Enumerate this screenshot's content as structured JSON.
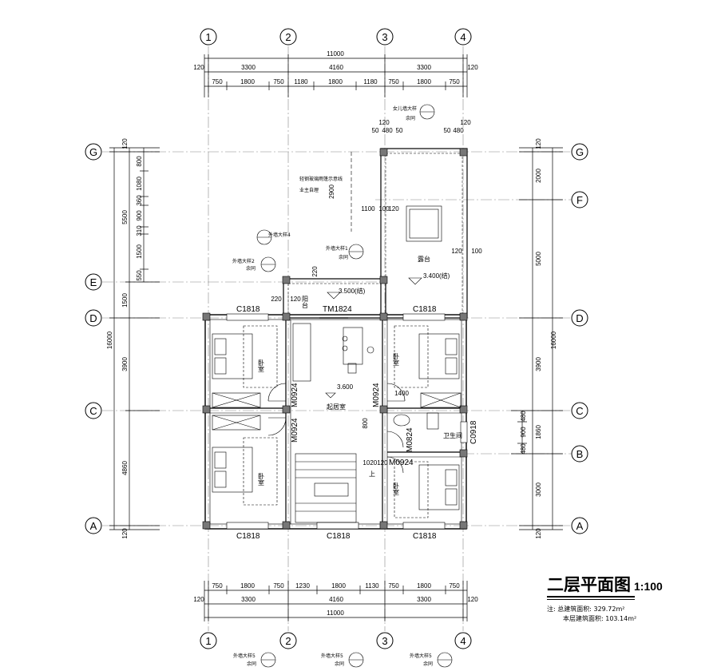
{
  "axes_v": [
    "1",
    "2",
    "3",
    "4"
  ],
  "axes_h": [
    "G",
    "F",
    "E",
    "D",
    "C",
    "B",
    "A"
  ],
  "dims_top": {
    "total": "11000",
    "bays": [
      "3300",
      "4160",
      "3300"
    ],
    "edge": "120",
    "sub": [
      "750",
      "1800",
      "750",
      "1180",
      "1800",
      "1180",
      "750",
      "1800",
      "750"
    ]
  },
  "dims_bottom": {
    "total": "11000",
    "bays": [
      "3300",
      "4160",
      "3300"
    ],
    "edge": "120",
    "sub": [
      "750",
      "1800",
      "750",
      "1230",
      "1800",
      "1130",
      "750",
      "1800",
      "750"
    ]
  },
  "dims_left": {
    "total": "16000",
    "bays": [
      "5500",
      "1500",
      "3900",
      "4860"
    ],
    "edge": "120",
    "sub": [
      "800",
      "1080",
      "360",
      "900",
      "310",
      "1500",
      "550"
    ]
  },
  "dims_right": {
    "total": "16000",
    "bays": [
      "2000",
      "5000",
      "3900",
      "1860",
      "3000"
    ],
    "edge": "120",
    "sub": [
      "480",
      "900",
      "480"
    ]
  },
  "rooms": {
    "bedroom": "卧室",
    "living": "起居室",
    "terrace": "露台",
    "balcony": "阳台",
    "bath": "卫生间",
    "up": "上"
  },
  "windows": [
    "C1818",
    "C1818",
    "C1818",
    "C1818",
    "C1818",
    "C0918"
  ],
  "doors": [
    "M0924",
    "M0924",
    "M0924",
    "M0924",
    "M0824",
    "TM1824"
  ],
  "levels": [
    "3.400(结)",
    "3.500(结)",
    "3.600"
  ],
  "misc_dims": [
    "120",
    "50",
    "480",
    "50",
    "50",
    "480",
    "120",
    "100",
    "1100",
    "100",
    "120",
    "2900",
    "120",
    "220",
    "220",
    "120",
    "1400",
    "800",
    "1020120"
  ],
  "callouts": [
    "女儿墙大样",
    "外墙大样4",
    "外墙大样2",
    "外墙大样1",
    "外墙大样5",
    "外墙大样5",
    "外墙大样5"
  ],
  "callout_sub": "余同",
  "annotations": [
    "轻钢玻璃雨篷示意线",
    "业主自理"
  ],
  "title": "二层平面图",
  "scale": "1:100",
  "notes": {
    "line1": "注: 总建筑面积: 329.72m²",
    "line2": "本层建筑面积: 103.14m²"
  }
}
